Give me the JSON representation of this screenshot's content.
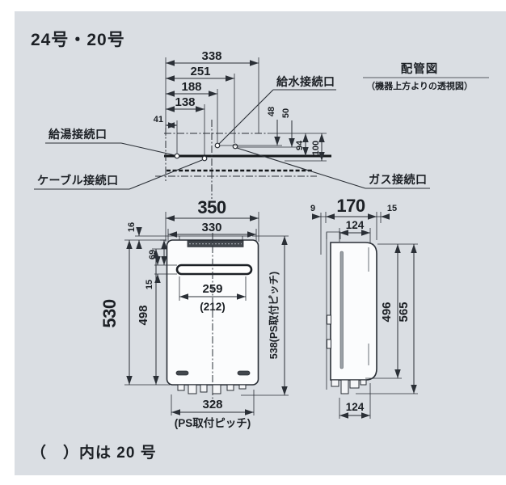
{
  "panel": {
    "title": "24号・20号",
    "footnote": "（　）内は 20 号"
  },
  "piping_diagram": {
    "heading": "配管図",
    "heading_note": "（機器上方よりの透視図）",
    "connection_labels": {
      "water_supply": "給水接続口",
      "hot_water_supply": "給湯接続口",
      "cable": "ケーブル接続口",
      "gas": "ガス接続口"
    },
    "dimensions": {
      "width_total": "338",
      "width_gas": "251",
      "width_water": "188",
      "width_cable": "138",
      "offset_hot_water": "41",
      "depth_water": "48",
      "depth_gas": "50",
      "depth_face": "94",
      "depth_total": "100"
    }
  },
  "front_view": {
    "dimensions": {
      "width_outer": "350",
      "width_inner": "330",
      "top_offset": "16",
      "vent_top_offset": "69",
      "vent_height": "15",
      "vent_width": "259",
      "vent_width_20": "(212)",
      "height_outer": "530",
      "height_inner": "498",
      "mount_pitch_v": "538(PS取付ピッチ)",
      "mount_pitch_h": "328",
      "mount_pitch_h_note": "(PS取付ピッチ)"
    }
  },
  "side_view": {
    "dimensions": {
      "wall_gap": "9",
      "depth_outer": "170",
      "front_lip": "15",
      "depth_body_top": "124",
      "height_body": "496",
      "height_total": "565",
      "depth_body_bottom": "124"
    }
  }
}
